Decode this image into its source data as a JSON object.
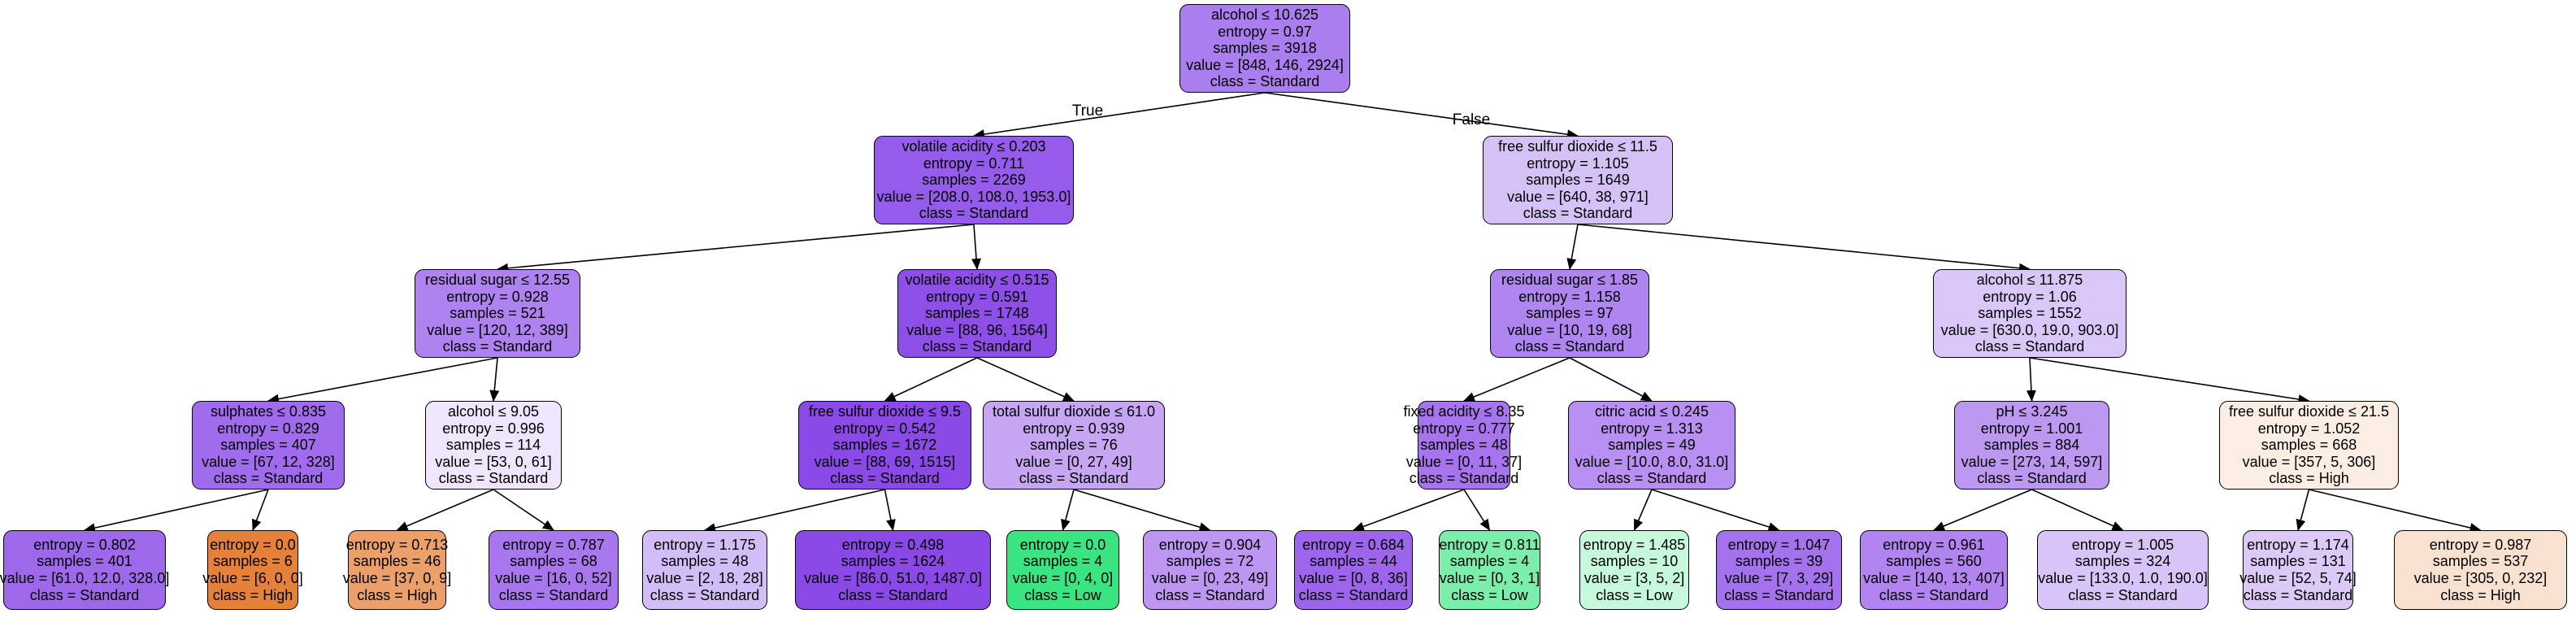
{
  "edge_labels": {
    "true_label": "True",
    "false_label": "False"
  },
  "nodes": [
    {
      "id": "n0",
      "lines": [
        "alcohol ≤ 10.625",
        "entropy = 0.97",
        "samples = 3918",
        "value = [848, 146, 2924]",
        "class = Standard"
      ],
      "color": "#ab7eef"
    },
    {
      "id": "n1",
      "lines": [
        "volatile acidity ≤ 0.203",
        "entropy = 0.711",
        "samples = 2269",
        "value = [208.0, 108.0, 1953.0]",
        "class = Standard"
      ],
      "color": "#955bea"
    },
    {
      "id": "n2",
      "lines": [
        "free sulfur dioxide ≤ 11.5",
        "entropy = 1.105",
        "samples = 1649",
        "value = [640, 38, 971]",
        "class = Standard"
      ],
      "color": "#d6c1f6"
    },
    {
      "id": "n3",
      "lines": [
        "residual sugar ≤ 12.55",
        "entropy = 0.928",
        "samples = 521",
        "value = [120, 12, 389]",
        "class = Standard"
      ],
      "color": "#ae82ef"
    },
    {
      "id": "n4",
      "lines": [
        "volatile acidity ≤ 0.515",
        "entropy = 0.591",
        "samples = 1748",
        "value = [88, 96, 1564]",
        "class = Standard"
      ],
      "color": "#8e4fe8"
    },
    {
      "id": "n5",
      "lines": [
        "residual sugar ≤ 1.85",
        "entropy = 1.158",
        "samples = 97",
        "value = [10, 19, 68]",
        "class = Standard"
      ],
      "color": "#af85ef"
    },
    {
      "id": "n6",
      "lines": [
        "alcohol ≤ 11.875",
        "entropy = 1.06",
        "samples = 1552",
        "value = [630.0, 19.0, 903.0]",
        "class = Standard"
      ],
      "color": "#dac6f7"
    },
    {
      "id": "n7",
      "lines": [
        "sulphates ≤ 0.835",
        "entropy = 0.829",
        "samples = 407",
        "value = [67, 12, 328]",
        "class = Standard"
      ],
      "color": "#a06ced"
    },
    {
      "id": "n8",
      "lines": [
        "alcohol ≤ 9.05",
        "entropy = 0.996",
        "samples = 114",
        "value = [53, 0, 61]",
        "class = Standard"
      ],
      "color": "#efe5fc"
    },
    {
      "id": "n9",
      "lines": [
        "free sulfur dioxide ≤ 9.5",
        "entropy = 0.542",
        "samples = 1672",
        "value = [88, 69, 1515]",
        "class = Standard"
      ],
      "color": "#8b49e7"
    },
    {
      "id": "n10",
      "lines": [
        "total sulfur dioxide ≤ 61.0",
        "entropy = 0.939",
        "samples = 76",
        "value = [0, 27, 49]",
        "class = Standard"
      ],
      "color": "#c6a6f3"
    },
    {
      "id": "n11",
      "lines": [
        "fixed acidity ≤ 8.35",
        "entropy = 0.777",
        "samples = 48",
        "value = [0, 11, 37]",
        "class = Standard"
      ],
      "color": "#a774ed"
    },
    {
      "id": "n12",
      "lines": [
        "citric acid ≤ 0.245",
        "entropy = 1.313",
        "samples = 49",
        "value = [10.0, 8.0, 31.0]",
        "class = Standard"
      ],
      "color": "#b890f1"
    },
    {
      "id": "n13",
      "lines": [
        "pH ≤ 3.245",
        "entropy = 1.001",
        "samples = 884",
        "value = [273, 14, 597]",
        "class = Standard"
      ],
      "color": "#bd98f1"
    },
    {
      "id": "n14",
      "lines": [
        "free sulfur dioxide ≤ 21.5",
        "entropy = 1.052",
        "samples = 668",
        "value = [357, 5, 306]",
        "class = High"
      ],
      "color": "#fcede2"
    },
    {
      "id": "n15",
      "lines": [
        "entropy = 0.802",
        "samples = 401",
        "value = [61.0, 12.0, 328.0]",
        "class = Standard"
      ],
      "color": "#9e68eb"
    },
    {
      "id": "n16",
      "lines": [
        "entropy = 0.0",
        "samples = 6",
        "value = [6, 0, 0]",
        "class = High"
      ],
      "color": "#e58139"
    },
    {
      "id": "n17",
      "lines": [
        "entropy = 0.713",
        "samples = 46",
        "value = [37, 0, 9]",
        "class = High"
      ],
      "color": "#eba069"
    },
    {
      "id": "n18",
      "lines": [
        "entropy = 0.787",
        "samples = 68",
        "value = [16, 0, 52]",
        "class = Standard"
      ],
      "color": "#a876ed"
    },
    {
      "id": "n19",
      "lines": [
        "entropy = 1.175",
        "samples = 48",
        "value = [2, 18, 28]",
        "class = Standard"
      ],
      "color": "#d3bdf6"
    },
    {
      "id": "n20",
      "lines": [
        "entropy = 0.498",
        "samples = 1624",
        "value = [86.0, 51.0, 1487.0]",
        "class = Standard"
      ],
      "color": "#8a48e7"
    },
    {
      "id": "n21",
      "lines": [
        "entropy = 0.0",
        "samples = 4",
        "value = [0, 4, 0]",
        "class = Low"
      ],
      "color": "#39e581"
    },
    {
      "id": "n22",
      "lines": [
        "entropy = 0.904",
        "samples = 72",
        "value = [0, 23, 49]",
        "class = Standard"
      ],
      "color": "#bc96f1"
    },
    {
      "id": "n23",
      "lines": [
        "entropy = 0.684",
        "samples = 44",
        "value = [0, 8, 36]",
        "class = Standard"
      ],
      "color": "#9d65eb"
    },
    {
      "id": "n24",
      "lines": [
        "entropy = 0.811",
        "samples = 4",
        "value = [0, 3, 1]",
        "class = Low"
      ],
      "color": "#7beeab"
    },
    {
      "id": "n25",
      "lines": [
        "entropy = 1.485",
        "samples = 10",
        "value = [3, 5, 2]",
        "class = Low"
      ],
      "color": "#c6f8db"
    },
    {
      "id": "n26",
      "lines": [
        "entropy = 1.047",
        "samples = 39",
        "value = [7, 3, 29]",
        "class = Standard"
      ],
      "color": "#a572ed"
    },
    {
      "id": "n27",
      "lines": [
        "entropy = 0.961",
        "samples = 560",
        "value = [140, 13, 407]",
        "class = Standard"
      ],
      "color": "#b184ef"
    },
    {
      "id": "n28",
      "lines": [
        "entropy = 1.005",
        "samples = 324",
        "value = [133.0, 1.0, 190.0]",
        "class = Standard"
      ],
      "color": "#d9c4f7"
    },
    {
      "id": "n29",
      "lines": [
        "entropy = 1.174",
        "samples = 131",
        "value = [52, 5, 74]",
        "class = Standard"
      ],
      "color": "#dcc9f8"
    },
    {
      "id": "n30",
      "lines": [
        "entropy = 0.987",
        "samples = 537",
        "value = [305, 0, 232]",
        "class = High"
      ],
      "color": "#f9e1cf"
    }
  ]
}
